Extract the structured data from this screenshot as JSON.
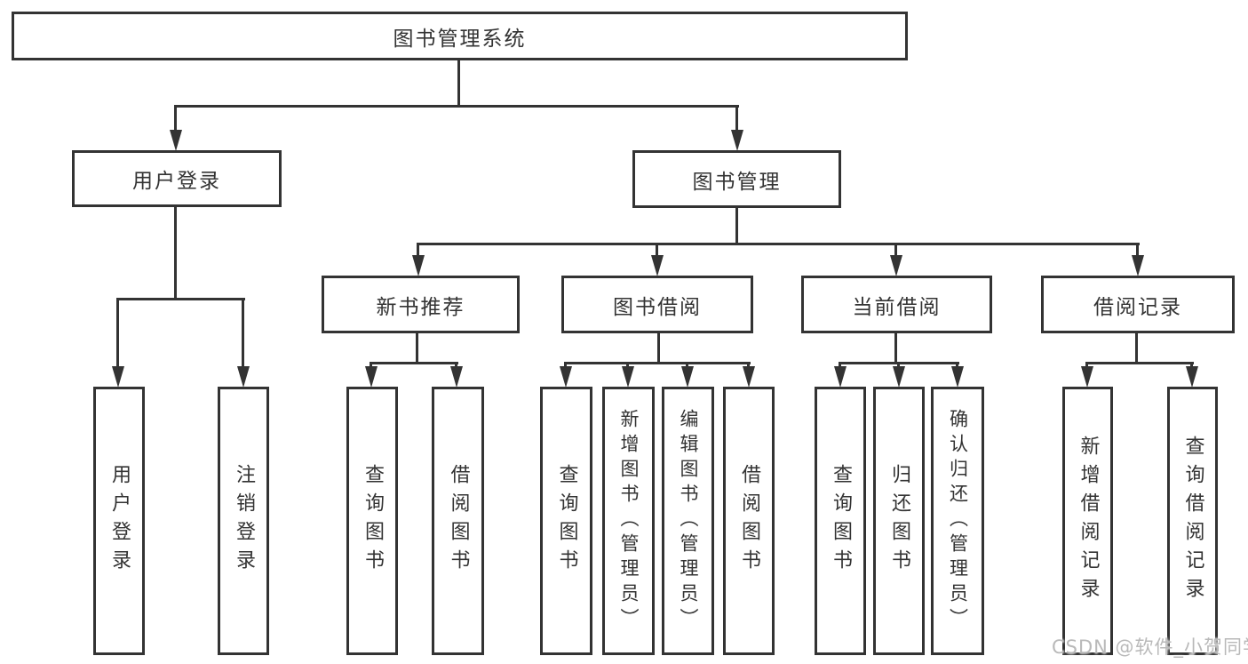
{
  "diagram": {
    "root": {
      "label": "图书管理系统"
    },
    "level2": [
      {
        "label": "用户登录"
      },
      {
        "label": "图书管理"
      }
    ],
    "level3": [
      {
        "label": "新书推荐"
      },
      {
        "label": "图书借阅"
      },
      {
        "label": "当前借阅"
      },
      {
        "label": "借阅记录"
      }
    ],
    "leaves": [
      {
        "label": "用户登录"
      },
      {
        "label": "注销登录"
      },
      {
        "label": "查询图书"
      },
      {
        "label": "借阅图书"
      },
      {
        "label": "查询图书"
      },
      {
        "label": "新增图书（管理员）"
      },
      {
        "label": "编辑图书（管理员）"
      },
      {
        "label": "借阅图书"
      },
      {
        "label": "查询图书"
      },
      {
        "label": "归还图书"
      },
      {
        "label": "确认归还（管理员）"
      },
      {
        "label": "新增借阅记录"
      },
      {
        "label": "查询借阅记录"
      }
    ]
  },
  "watermark": {
    "text": "CSDN @软件_小贺同学"
  },
  "colors": {
    "line": "#333333",
    "text": "#333333",
    "watermark": "#b9b9b9",
    "background": "#ffffff"
  }
}
